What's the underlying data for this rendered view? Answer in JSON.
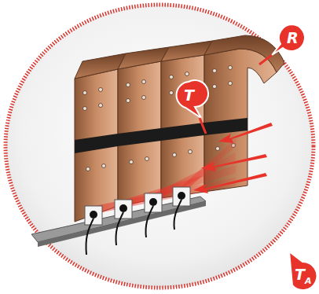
{
  "diagram": {
    "labels": [
      "T",
      "R",
      "T",
      "A"
    ]
  }
}
